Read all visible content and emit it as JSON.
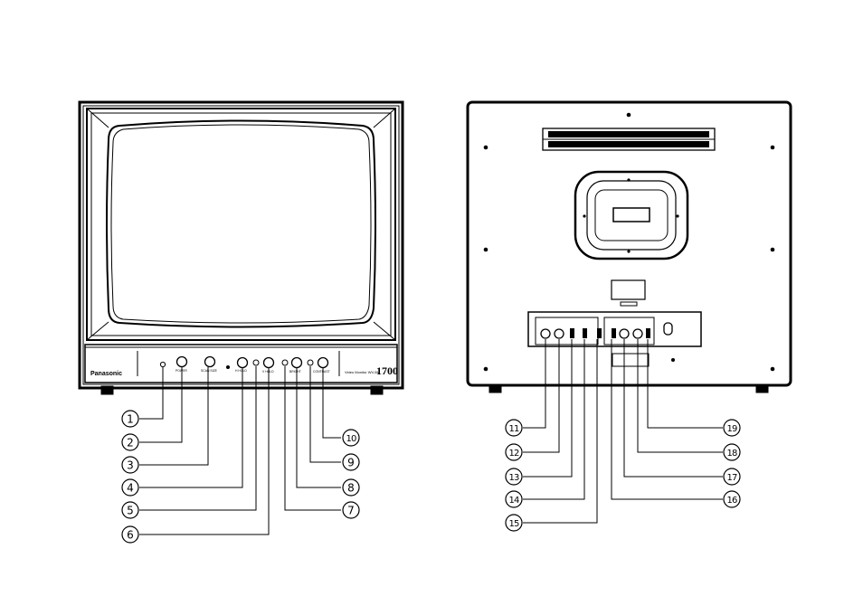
{
  "front": {
    "brand": "Panasonic",
    "model_text": "Video Monitor WV-5M",
    "model_number": "1700",
    "panel_labels": [
      "POWER",
      "SCAN SIZE",
      "H HOLD",
      "V HOLD",
      "BRIGHT",
      "CONTRAST"
    ]
  },
  "callouts": [
    "1",
    "2",
    "3",
    "4",
    "5",
    "6",
    "7",
    "8",
    "9",
    "10",
    "11",
    "12",
    "13",
    "14",
    "15",
    "16",
    "17",
    "18",
    "19"
  ]
}
